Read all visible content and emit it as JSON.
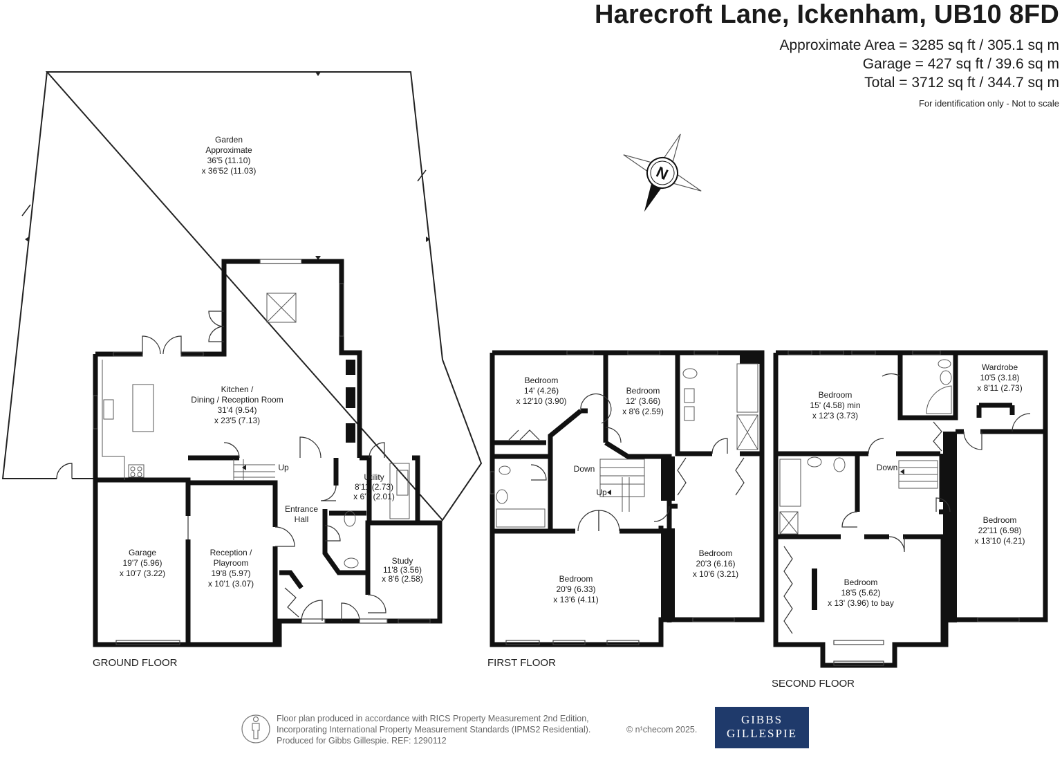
{
  "header": {
    "title": "Harecroft Lane, Ickenham, UB10 8FD",
    "area_lines": [
      "Approximate Area = 3285 sq ft / 305.1 sq m",
      "Garage = 427 sq ft / 39.6 sq m",
      "Total = 3712 sq ft / 344.7 sq m"
    ],
    "note": "For identification only - Not to scale"
  },
  "compass": {
    "letter": "N"
  },
  "floors": {
    "ground": "GROUND FLOOR",
    "first": "FIRST FLOOR",
    "second": "SECOND FLOOR"
  },
  "rooms": {
    "garden": [
      "Garden",
      "Approximate",
      "36'5 (11.10)",
      "x 36'52 (11.03)"
    ],
    "kitchen": [
      "Kitchen /",
      "Dining / Reception Room",
      "31'4 (9.54)",
      "x 23'5 (7.13)"
    ],
    "utility": [
      "Utility",
      "8'11 (2.73)",
      "x 6'7 (2.01)"
    ],
    "entrance": [
      "Entrance",
      "Hall"
    ],
    "garage": [
      "Garage",
      "19'7 (5.96)",
      "x 10'7 (3.22)"
    ],
    "reception": [
      "Reception /",
      "Playroom",
      "19'8 (5.97)",
      "x 10'1 (3.07)"
    ],
    "study": [
      "Study",
      "11'8 (3.56)",
      "x 8'6 (2.58)"
    ],
    "ff_bed1": [
      "Bedroom",
      "14' (4.26)",
      "x 12'10 (3.90)"
    ],
    "ff_bed2": [
      "Bedroom",
      "12' (3.66)",
      "x 8'6 (2.59)"
    ],
    "ff_bed3": [
      "Bedroom",
      "20'9 (6.33)",
      "x 13'6 (4.11)"
    ],
    "ff_bed4": [
      "Bedroom",
      "20'3 (6.16)",
      "x 10'6 (3.21)"
    ],
    "sf_bed1": [
      "Bedroom",
      "15' (4.58) min",
      "x 12'3 (3.73)"
    ],
    "wardrobe": [
      "Wardrobe",
      "10'5 (3.18)",
      "x 8'11 (2.73)"
    ],
    "sf_bed2": [
      "Bedroom",
      "22'11 (6.98)",
      "x 13'10 (4.21)"
    ],
    "sf_bed3": [
      "Bedroom",
      "18'5 (5.62)",
      "x 13' (3.96)  to bay"
    ]
  },
  "stairs": {
    "up": "Up",
    "down": "Down"
  },
  "footer": {
    "lines": [
      "Floor plan produced in accordance with RICS Property Measurement 2nd Edition,",
      "Incorporating International Property Measurement Standards (IPMS2 Residential).",
      "Produced for Gibbs Gillespie.   REF:  1290112"
    ],
    "copyright": "© n¹checom 2025.",
    "brand_line1": "GIBBS",
    "brand_line2": "GILLESPIE"
  }
}
